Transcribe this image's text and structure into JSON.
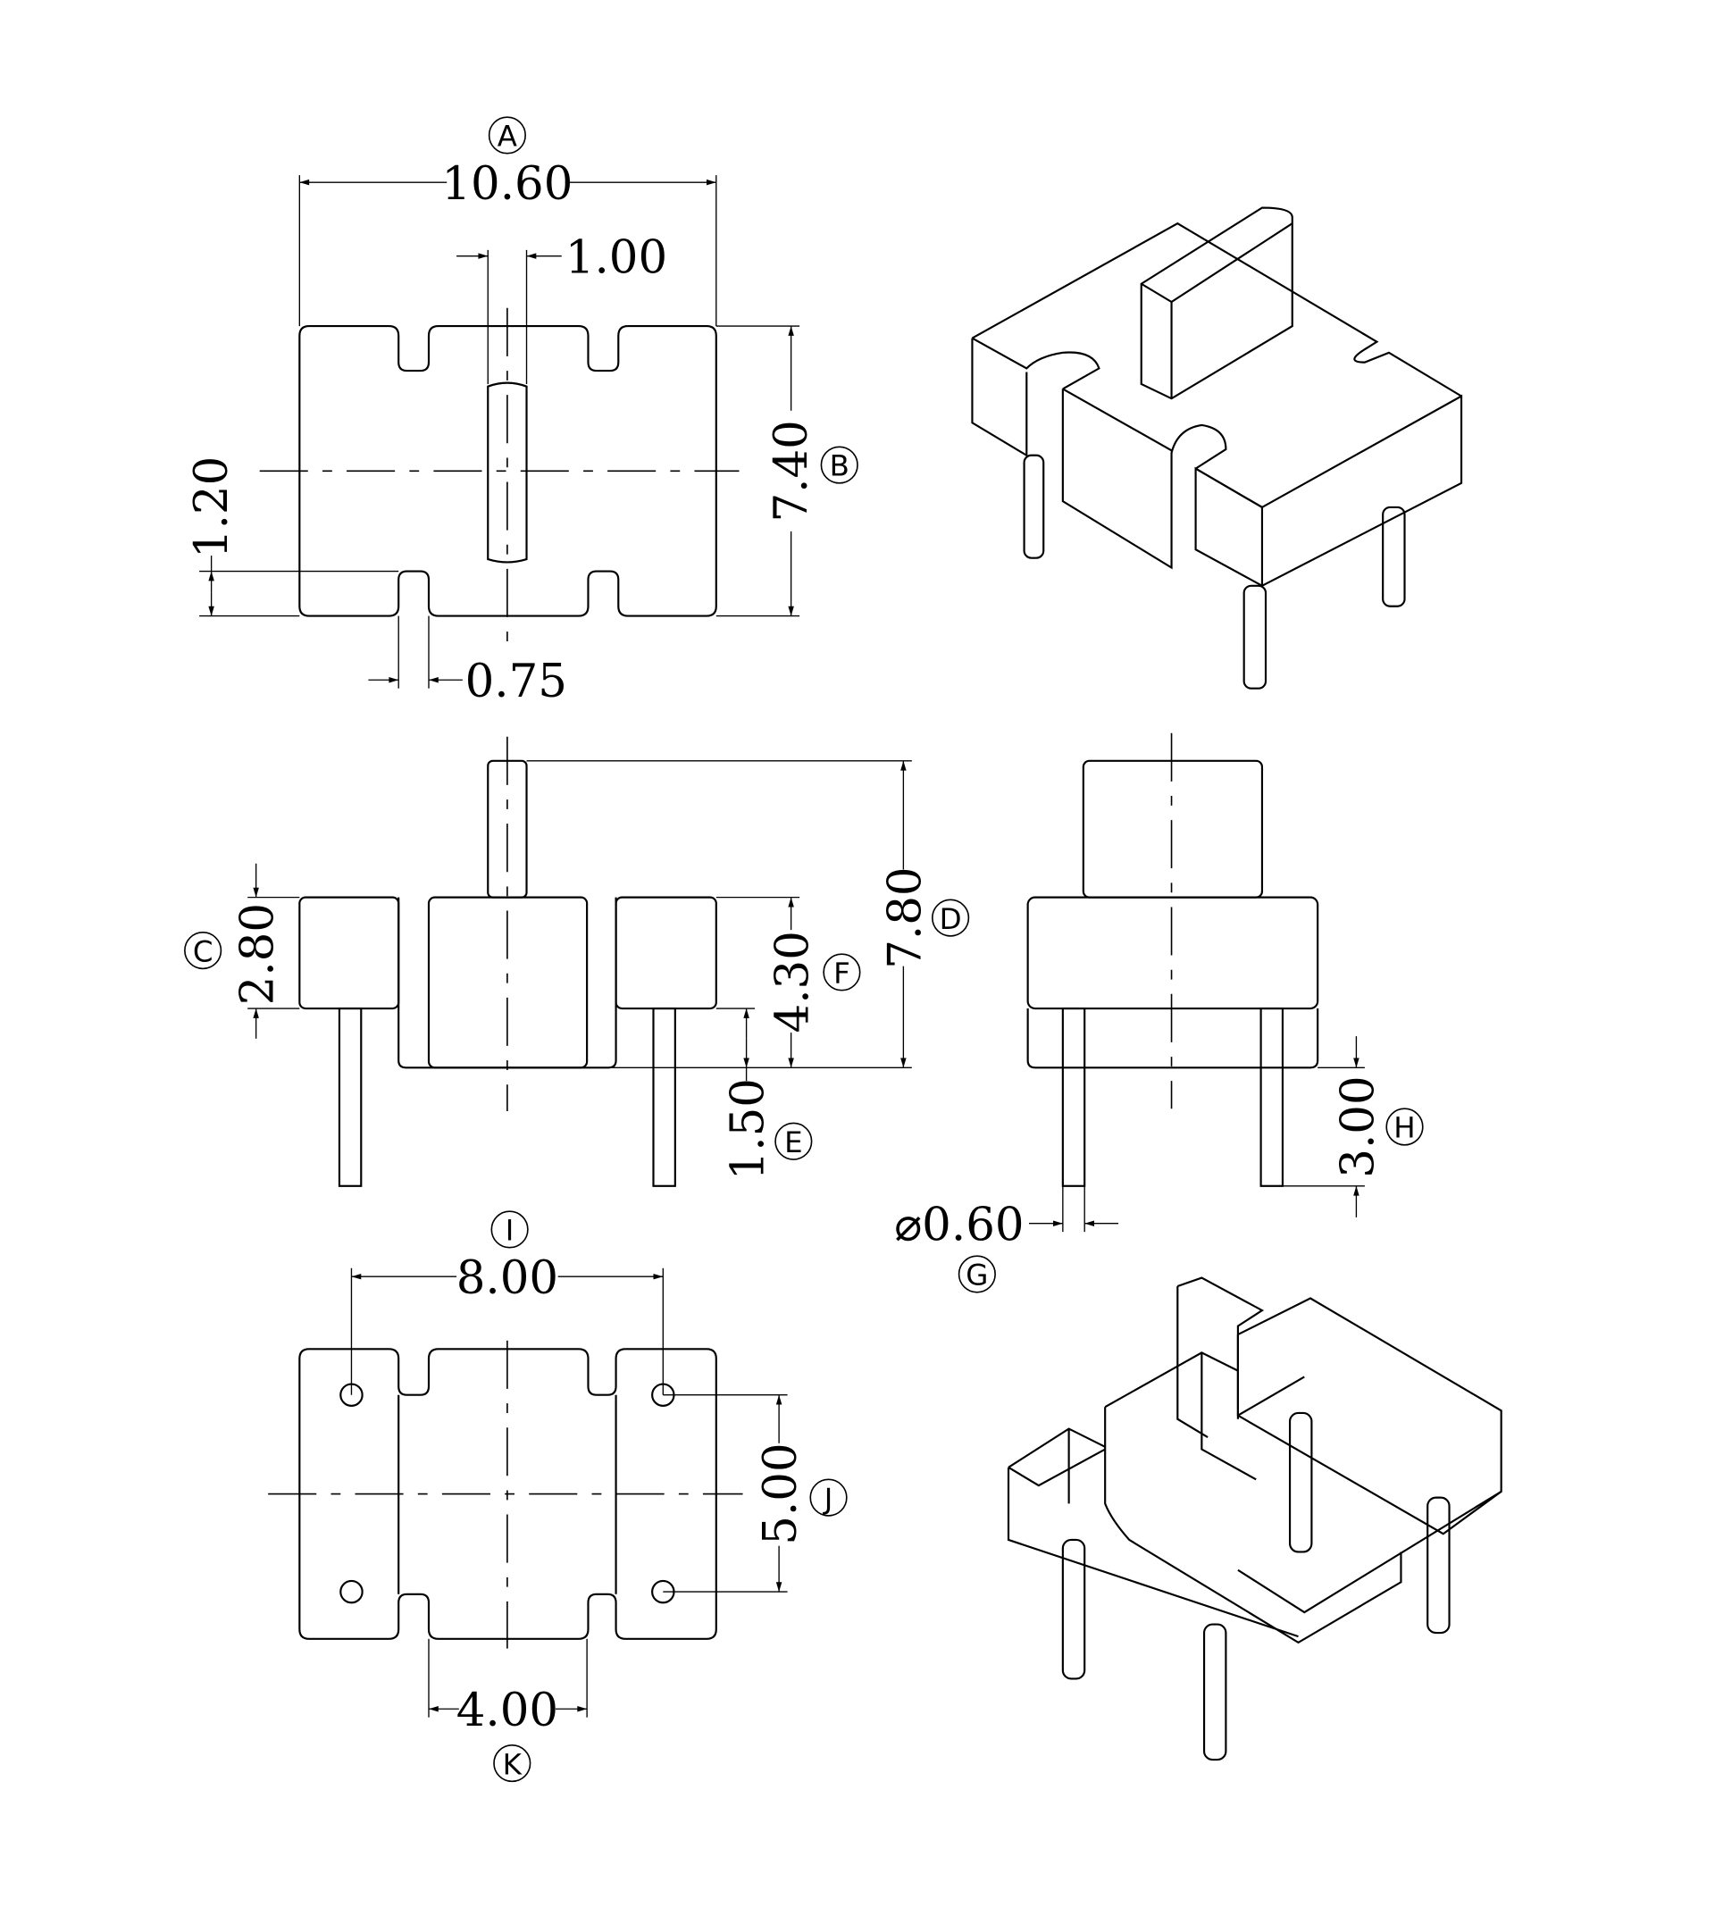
{
  "views": {
    "top_view": {
      "width_dim": {
        "value": "10.60",
        "ref": "A"
      },
      "slot_dim": {
        "value": "1.00"
      },
      "height_dim": {
        "value": "7.40",
        "ref": "B"
      },
      "notch_depth_dim": {
        "value": "1.20"
      },
      "notch_width_dim": {
        "value": "0.75"
      }
    },
    "front_view": {
      "flange_dim": {
        "value": "2.80",
        "ref": "C"
      },
      "overall_height_dim": {
        "value": "7.80",
        "ref": "D"
      },
      "base_dim": {
        "value": "1.50",
        "ref": "E"
      },
      "body_dim": {
        "value": "4.30",
        "ref": "F"
      }
    },
    "side_view": {
      "pin_dia_dim": {
        "value": "⌀0.60",
        "ref": "G"
      },
      "pin_length_dim": {
        "value": "3.00",
        "ref": "H"
      }
    },
    "bottom_view": {
      "pin_pitch_x_dim": {
        "value": "8.00",
        "ref": "I"
      },
      "pin_pitch_y_dim": {
        "value": "5.00",
        "ref": "J"
      },
      "center_width_dim": {
        "value": "4.00",
        "ref": "K"
      }
    }
  }
}
